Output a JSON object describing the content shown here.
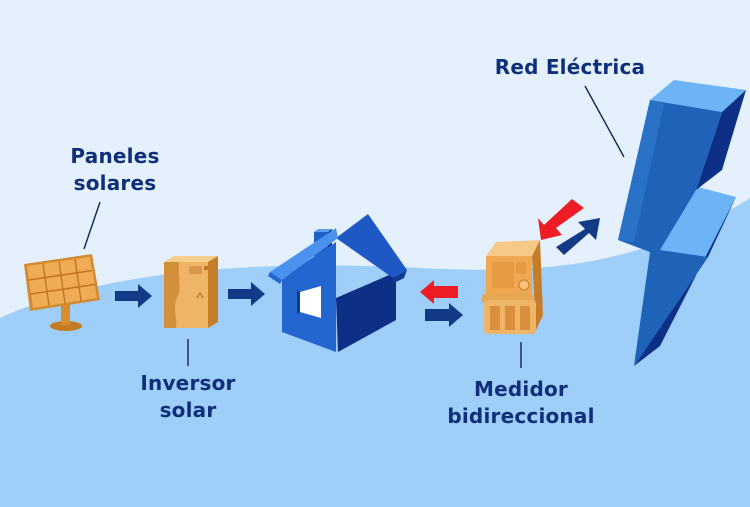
{
  "labels": {
    "panels": [
      "Paneles",
      "solares"
    ],
    "inverter": [
      "Inversor",
      "solar"
    ],
    "meter": [
      "Medidor",
      "bidireccional"
    ],
    "grid": [
      "Red Eléctrica"
    ]
  },
  "colors": {
    "sky": "#e4f1fc",
    "ground": "#9fcff8",
    "label_text": "#0f2f7a",
    "arrow_blue": "#123a86",
    "arrow_red": "#ee1c25",
    "house_blue": "#1e58c4",
    "bolt_blue": "#1f63b8",
    "device_orange": "#e8ac55"
  },
  "icons": [
    "solar-panel-icon",
    "inverter-icon",
    "house-icon",
    "bidirectional-meter-icon",
    "lightning-bolt-icon"
  ]
}
